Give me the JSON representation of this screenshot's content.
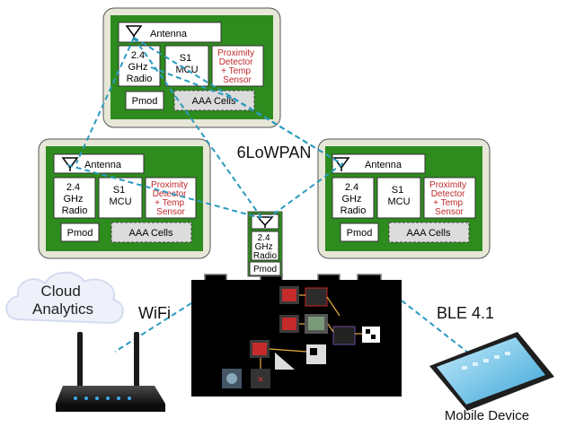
{
  "network": {
    "label": "6LoWPAN"
  },
  "nodes": {
    "top": {
      "antenna": "Antenna",
      "radio": [
        "2.4",
        "GHz",
        "Radio"
      ],
      "mcu": [
        "S1",
        "MCU"
      ],
      "sensor": [
        "Proximity",
        "Detector",
        "+ Temp",
        "Sensor"
      ],
      "pmod": "Pmod",
      "battery": "AAA Cells"
    },
    "left": {
      "antenna": "Antenna",
      "radio": [
        "2.4",
        "GHz",
        "Radio"
      ],
      "mcu": [
        "S1",
        "MCU"
      ],
      "sensor": [
        "Proximity",
        "Detector",
        "+ Temp",
        "Sensor"
      ],
      "pmod": "Pmod",
      "battery": "AAA Cells"
    },
    "right": {
      "antenna": "Antenna",
      "radio": [
        "2.4",
        "GHz",
        "Radio"
      ],
      "mcu": [
        "S1",
        "MCU"
      ],
      "sensor": [
        "Proximity",
        "Detector",
        "+ Temp",
        "Sensor"
      ],
      "pmod": "Pmod",
      "battery": "AAA Cells"
    }
  },
  "gateway": {
    "radio": [
      "2.4",
      "GHz",
      "Radio"
    ],
    "pmod": "Pmod"
  },
  "cloud": {
    "label": [
      "Cloud",
      "Analytics"
    ]
  },
  "links": {
    "wifi": "WiFi",
    "ble": "BLE 4.1"
  },
  "mobile": {
    "label": "Mobile Device"
  },
  "colors": {
    "board": "#2e8b1e",
    "link": "#2a9bc0",
    "sensor_text": "#c0282a"
  }
}
